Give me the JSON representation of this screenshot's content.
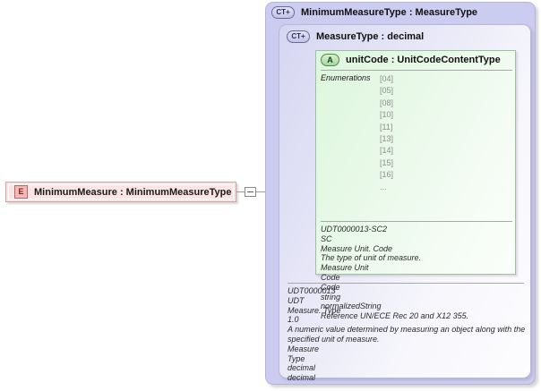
{
  "element": {
    "icon": "element-icon",
    "icon_label": "E",
    "label": "MinimumMeasure : MinimumMeasureType",
    "expand_toggle": "−"
  },
  "outer_type": {
    "icon": "complextype-icon",
    "icon_label": "CT+",
    "title": "MinimumMeasureType : MeasureType"
  },
  "inner_type": {
    "icon": "complextype-icon",
    "icon_label": "CT+",
    "title": "MeasureType : decimal",
    "documentation": [
      "UDT0000013",
      "UDT",
      "Measure. Type",
      "1.0",
      "A numeric value determined by measuring an object along with the specified unit of measure.",
      "Measure",
      "Type",
      "decimal",
      "decimal"
    ]
  },
  "attribute": {
    "icon": "attribute-icon",
    "icon_label": "A",
    "title": "unitCode : UnitCodeContentType",
    "enumerations_label": "Enumerations",
    "enumerations": [
      "[04]",
      "[05]",
      "[08]",
      "[10]",
      "[11]",
      "[13]",
      "[14]",
      "[15]",
      "[16]",
      "..."
    ],
    "documentation": [
      "UDT0000013-SC2",
      "SC",
      "Measure Unit. Code",
      "The type of unit of measure.",
      "Measure Unit",
      "Code",
      "Code",
      "string",
      "normalizedString",
      "Reference UN/ECE Rec 20 and X12 355."
    ]
  },
  "colors": {
    "outer_container": "#ccccf0",
    "inner_container": "#e6e6f7",
    "attribute_box": "#e9f9e9",
    "element_box": "#fbe4e4",
    "element_badge": "#f4b8b8",
    "rule": "#a8a8a8"
  }
}
